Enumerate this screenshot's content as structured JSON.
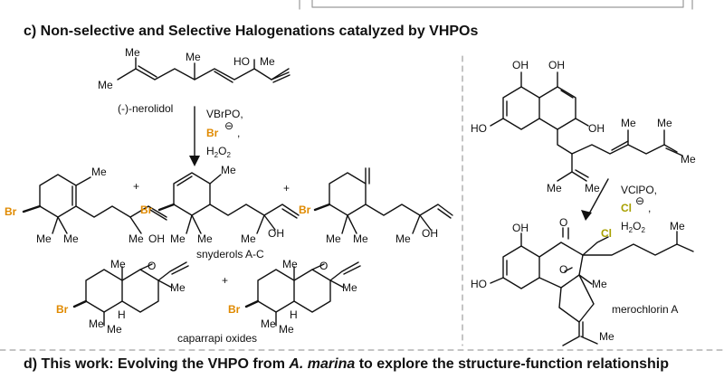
{
  "section_c_title": "c) Non-selective and Selective Halogenations catalyzed by VHPOs",
  "section_d_title_before": "d) This work: Evolving the VHPO from ",
  "section_d_title_species": "A. marina",
  "section_d_title_after": " to explore the structure-function relationship",
  "left_scheme": {
    "substrate_name": "(-)-nerolidol",
    "enzyme": "VBrPO,",
    "halide": "Br",
    "halide_charge": "⊖",
    "comma": ",",
    "oxidant_h": "H",
    "oxidant_2": "2",
    "oxidant_o": "O",
    "oxidant_2b": "2",
    "plus": "+",
    "products_name_1": "snyderols A-C",
    "products_name_2": "caparrapi oxides",
    "labels": {
      "me": "Me",
      "ho": "HO",
      "oh": "OH",
      "o": "O",
      "br": "Br",
      "h": "H"
    }
  },
  "right_scheme": {
    "enzyme": "VClPO,",
    "halide": "Cl",
    "halide_charge": "⊖",
    "comma": ",",
    "oxidant_h": "H",
    "oxidant_2": "2",
    "oxidant_o": "O",
    "oxidant_2b": "2",
    "product_name": "merochlorin A",
    "labels": {
      "oh": "OH",
      "ho": "HO",
      "me": "Me",
      "o": "O",
      "cl": "Cl"
    }
  },
  "colors": {
    "bromine": "#e08a00",
    "chlorine": "#a8a000",
    "text": "#111111",
    "divider": "#8a8a8a"
  }
}
